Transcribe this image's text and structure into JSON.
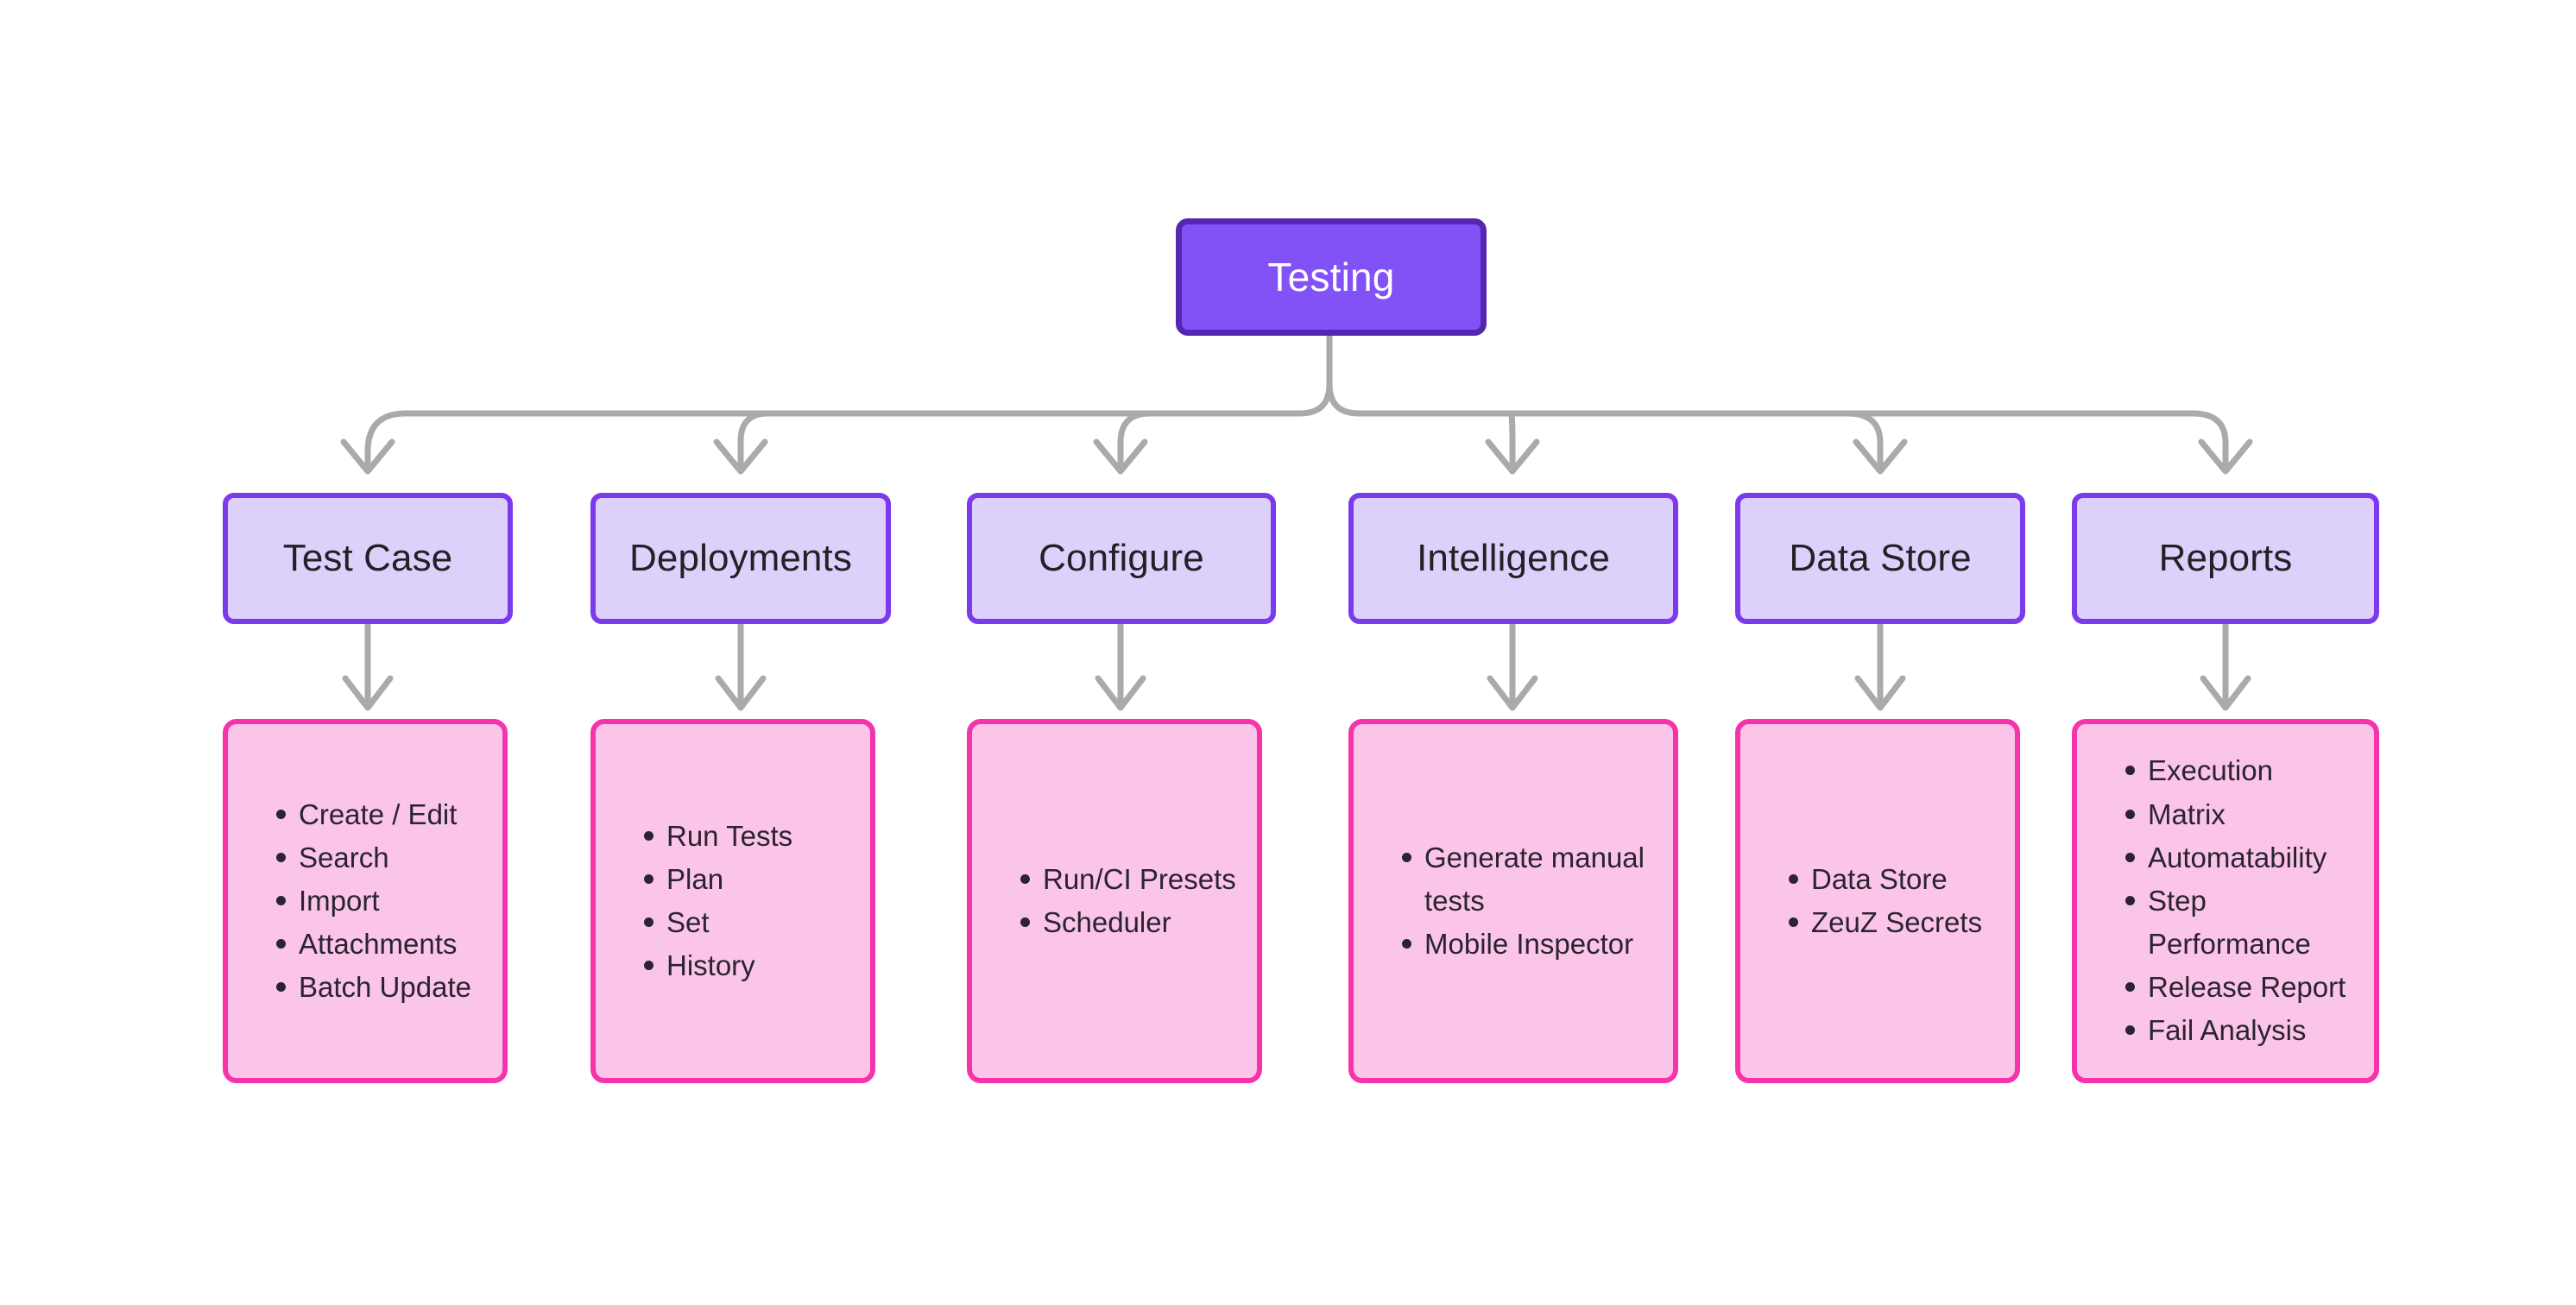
{
  "diagram": {
    "title": "Testing",
    "type": "tree-mindmap",
    "orientation": "top-down",
    "colors": {
      "background": "#ffffff",
      "root_fill": "#8352f7",
      "root_border": "#5526b0",
      "root_text": "#ffffff",
      "category_fill": "#ddd0fb",
      "category_border": "#7c3aed",
      "category_text": "#232026",
      "leaf_fill": "#fbc4e9",
      "leaf_border": "#f533ab",
      "leaf_text": "#2b2430",
      "connector": "#aaaaaa"
    },
    "root": {
      "label": "Testing"
    },
    "branches": [
      {
        "label": "Test Case",
        "items": [
          "Create / Edit",
          "Search",
          "Import",
          "Attachments",
          "Batch Update"
        ]
      },
      {
        "label": "Deployments",
        "items": [
          "Run Tests",
          "Plan",
          "Set",
          "History"
        ]
      },
      {
        "label": "Configure",
        "items": [
          "Run/CI Presets",
          "Scheduler"
        ]
      },
      {
        "label": "Intelligence",
        "items": [
          "Generate manual tests",
          "Mobile Inspector"
        ]
      },
      {
        "label": "Data Store",
        "items": [
          "Data Store",
          "ZeuZ Secrets"
        ]
      },
      {
        "label": "Reports",
        "items": [
          "Execution",
          "Matrix",
          "Automatability",
          "Step Performance",
          "Release Report",
          "Fail Analysis"
        ]
      }
    ]
  }
}
